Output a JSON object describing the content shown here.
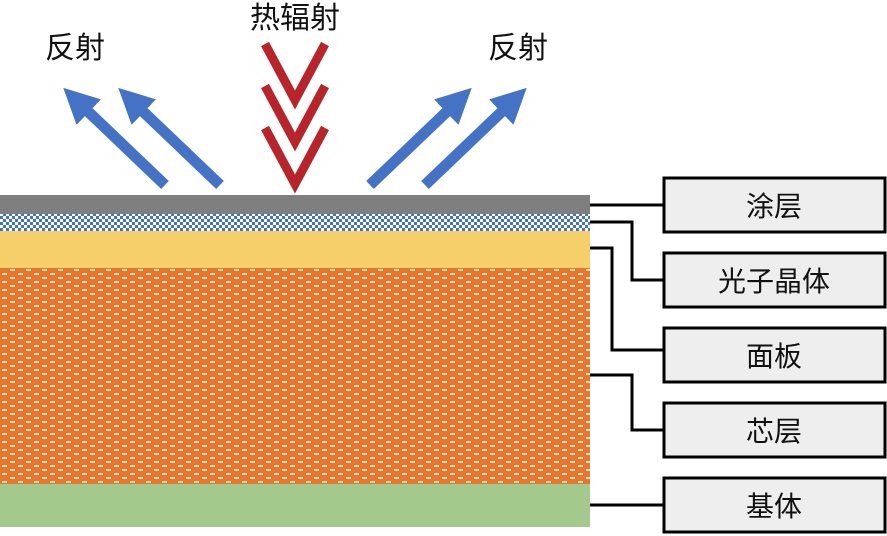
{
  "top_labels": {
    "reflection_left": "反射",
    "thermal_radiation": "热辐射",
    "reflection_right": "反射"
  },
  "layers": [
    {
      "label": "涂层",
      "color": "#7f7f7f"
    },
    {
      "label": "光子晶体",
      "color": "#4472c4"
    },
    {
      "label": "面板",
      "color": "#f5d06a"
    },
    {
      "label": "芯层",
      "color": "#e4782e"
    },
    {
      "label": "基体",
      "color": "#a3c98c"
    }
  ],
  "colors": {
    "reflection_arrow": "#4472c4",
    "radiation_chevron": "#b7242a",
    "label_box_fill": "#eeeeee"
  }
}
